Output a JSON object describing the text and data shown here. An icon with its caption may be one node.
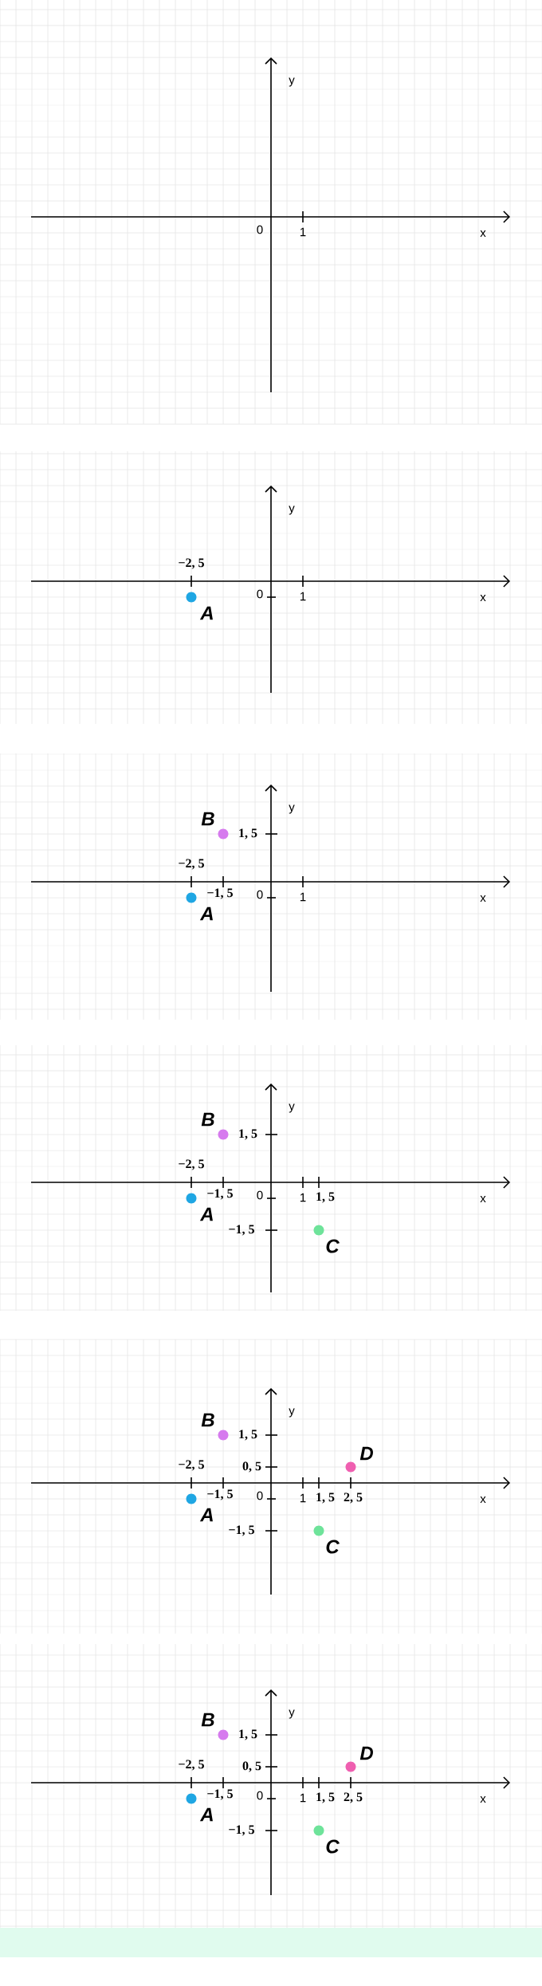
{
  "diagram": {
    "nodes": [
      {
        "text": [],
        "shape": "circle",
        "beside": [
          "A"
        ]
      },
      {
        "text": [],
        "shape": "circle",
        "beside": [
          "B"
        ]
      },
      {
        "text": [],
        "shape": "circle",
        "beside": [
          "A"
        ]
      },
      {
        "text": [],
        "shape": "circle",
        "beside": [
          "B"
        ]
      },
      {
        "text": [],
        "shape": "circle",
        "beside": [
          "A"
        ]
      },
      {
        "text": [],
        "shape": "circle",
        "beside": [
          "C"
        ]
      },
      {
        "text": [],
        "shape": "circle",
        "beside": [
          "B"
        ]
      },
      {
        "text": [],
        "shape": "circle",
        "beside": [
          "D"
        ]
      },
      {
        "text": [],
        "shape": "circle",
        "beside": [
          "A"
        ]
      },
      {
        "text": [],
        "shape": "circle",
        "beside": [
          "C"
        ]
      },
      {
        "text": [],
        "shape": "circle",
        "beside": [
          "B"
        ]
      },
      {
        "text": [],
        "shape": "circle",
        "beside": [
          "D"
        ]
      },
      {
        "text": [],
        "shape": "circle",
        "beside": [
          "A"
        ]
      },
      {
        "text": [],
        "shape": "circle",
        "beside": [
          "C"
        ]
      }
    ],
    "labels": [
      "y",
      "0",
      "1",
      "x",
      "y",
      "−2, 5",
      "0",
      "1",
      "x",
      "y",
      "1, 5",
      "−2, 5",
      "−1, 5",
      "0",
      "1",
      "x",
      "y",
      "1, 5",
      "−2, 5",
      "−1, 5",
      "0",
      "1",
      "1, 5",
      "x",
      "−1, 5",
      "y",
      "1, 5",
      "−2, 5",
      "0, 5",
      "−1, 5",
      "0",
      "1",
      "1, 5",
      "2, 5",
      "x",
      "−1, 5",
      "y",
      "1, 5",
      "−2, 5",
      "0, 5",
      "−1, 5",
      "0",
      "1",
      "1, 5",
      "2, 5",
      "x",
      "−1, 5"
    ]
  }
}
